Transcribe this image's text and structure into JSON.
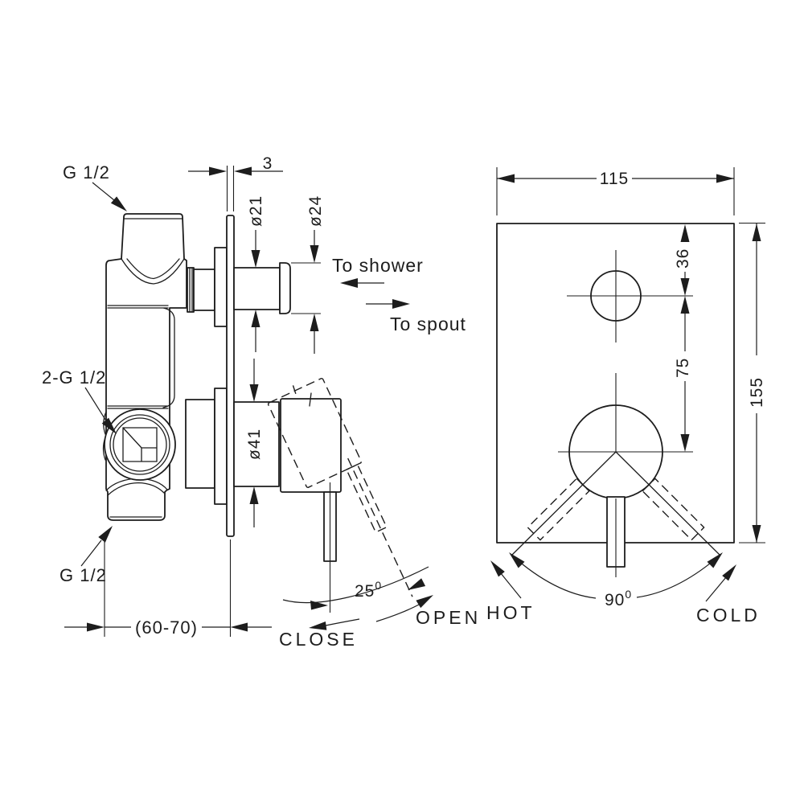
{
  "drawing": {
    "background": "#ffffff",
    "line_color": "#1d1d1d",
    "side_view": {
      "callouts": {
        "inlet_top": "G 1/2",
        "side_ports": "2-G 1/2",
        "outlet_bottom": "G 1/2",
        "to_shower": "To shower",
        "to_spout": "To spout"
      },
      "dimensions": {
        "plate_thickness": "3",
        "diverter_stem_dia": "ø21",
        "diverter_cap_dia": "ø24",
        "handle_base_dia": "ø41",
        "wall_depth_range": "(60-70)",
        "lever_angle": "25",
        "lever_angle_sup": "0"
      },
      "actions": {
        "open": "OPEN",
        "close": "CLOSE"
      }
    },
    "front_view": {
      "dimensions": {
        "plate_width": "115",
        "top_to_diverter": "36",
        "diverter_to_lever": "75",
        "plate_height": "155",
        "lever_swing": "90",
        "lever_swing_sup": "0"
      },
      "labels": {
        "hot": "HOT",
        "cold": "COLD"
      }
    }
  }
}
